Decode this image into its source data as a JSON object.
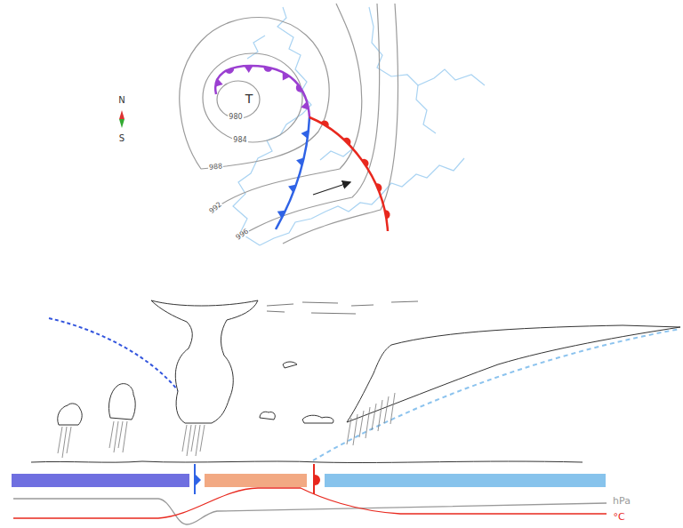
{
  "diagram": {
    "labels": [
      "N",
      "S",
      "T",
      "980",
      "984",
      "988",
      "992",
      "996",
      "hPa",
      "°C"
    ]
  }
}
